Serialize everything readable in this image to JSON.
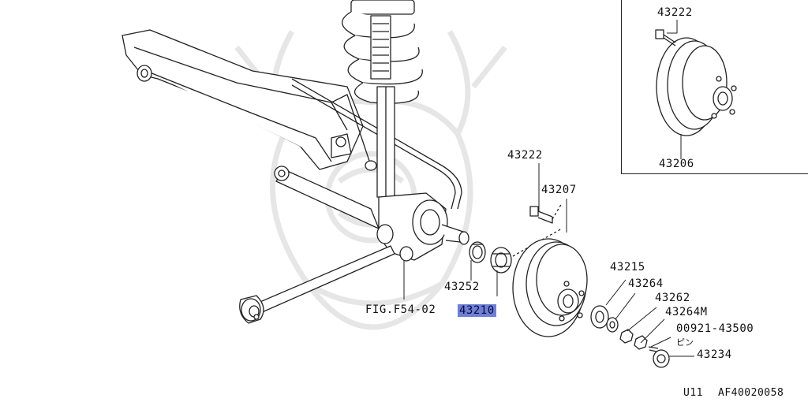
{
  "callouts": {
    "inset_bolt": "43222",
    "inset_drum": "43206",
    "hub_bolt": "43222",
    "drum": "43207",
    "seal": "43252",
    "bearing": "43210",
    "fig_ref": "FIG.F54-02",
    "outer_bearing": "43215",
    "washer": "43264",
    "nut": "43262",
    "nut_m": "43264M",
    "pin": "00921-43500",
    "pin_note": "ピン",
    "cap": "43234"
  },
  "footer": {
    "code": "U11",
    "catalog": "AF40020058"
  },
  "highlight": {
    "part": "43210",
    "color": "#6e7fd6"
  }
}
